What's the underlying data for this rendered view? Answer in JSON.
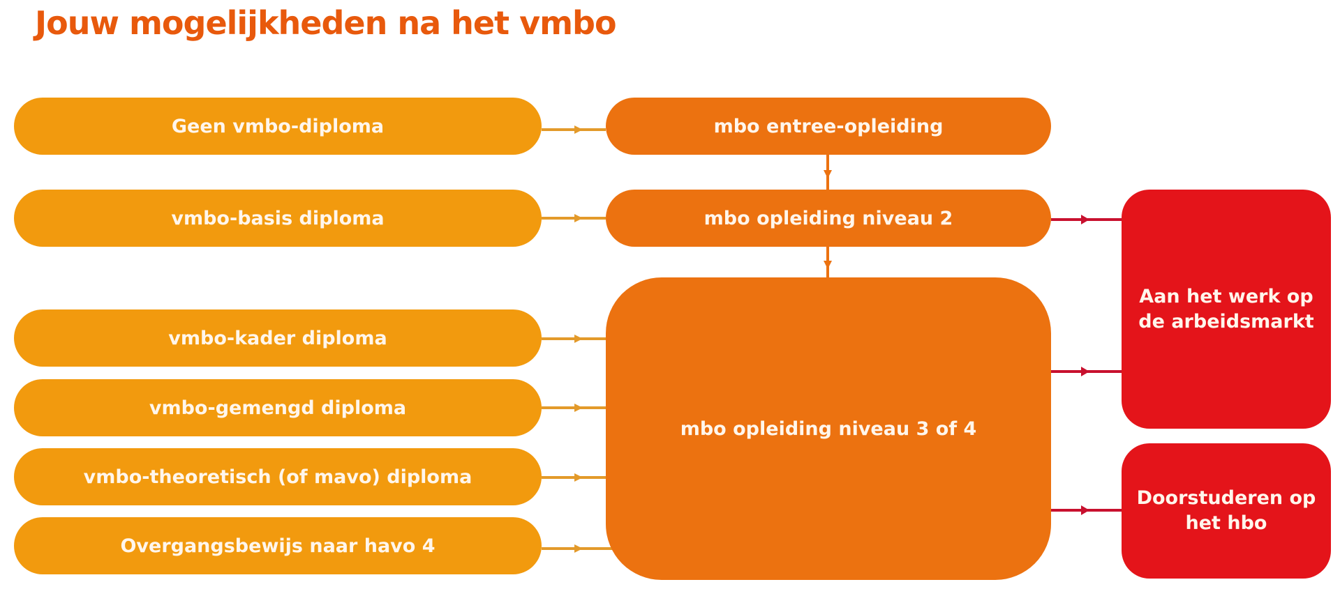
{
  "title": "Jouw mogelijkheden na het vmbo",
  "colors": {
    "title": "#e8590c",
    "source_node": "#f29a0e",
    "mbo_node": "#ec7210",
    "outcome_node": "#e4141a",
    "source_arrow": "#e39a2a",
    "mbo_arrow": "#ec7210",
    "outcome_arrow": "#c8102e",
    "node_text": "#fff6ec"
  },
  "sources": [
    {
      "label": "Geen vmbo-diploma",
      "target": "mbo entree-opleiding"
    },
    {
      "label": "vmbo-basis diploma",
      "target": "mbo opleiding niveau 2"
    },
    {
      "label": "vmbo-kader diploma",
      "target": "mbo opleiding niveau 3 of 4"
    },
    {
      "label": "vmbo-gemengd diploma",
      "target": "mbo opleiding niveau 3 of 4"
    },
    {
      "label": "vmbo-theoretisch (of mavo) diploma",
      "target": "mbo opleiding niveau 3 of 4"
    },
    {
      "label": "Overgangsbewijs naar havo 4",
      "target": "mbo opleiding niveau 3 of 4"
    }
  ],
  "mbo": [
    {
      "label": "mbo entree-opleiding"
    },
    {
      "label": "mbo opleiding niveau 2"
    },
    {
      "label": "mbo opleiding niveau 3 of 4"
    }
  ],
  "outcomes": [
    {
      "label": "Aan het werk op de arbeidsmarkt"
    },
    {
      "label": "Doorstuderen op het hbo"
    }
  ],
  "edges": [
    [
      "Geen vmbo-diploma",
      "mbo entree-opleiding"
    ],
    [
      "vmbo-basis diploma",
      "mbo opleiding niveau 2"
    ],
    [
      "vmbo-kader diploma",
      "mbo opleiding niveau 3 of 4"
    ],
    [
      "vmbo-gemengd diploma",
      "mbo opleiding niveau 3 of 4"
    ],
    [
      "vmbo-theoretisch (of mavo) diploma",
      "mbo opleiding niveau 3 of 4"
    ],
    [
      "Overgangsbewijs naar havo 4",
      "mbo opleiding niveau 3 of 4"
    ],
    [
      "mbo entree-opleiding",
      "mbo opleiding niveau 2"
    ],
    [
      "mbo opleiding niveau 2",
      "mbo opleiding niveau 3 of 4"
    ],
    [
      "mbo opleiding niveau 2",
      "Aan het werk op de arbeidsmarkt"
    ],
    [
      "mbo opleiding niveau 3 of 4",
      "Aan het werk op de arbeidsmarkt"
    ],
    [
      "mbo opleiding niveau 3 of 4",
      "Doorstuderen op het hbo"
    ]
  ]
}
